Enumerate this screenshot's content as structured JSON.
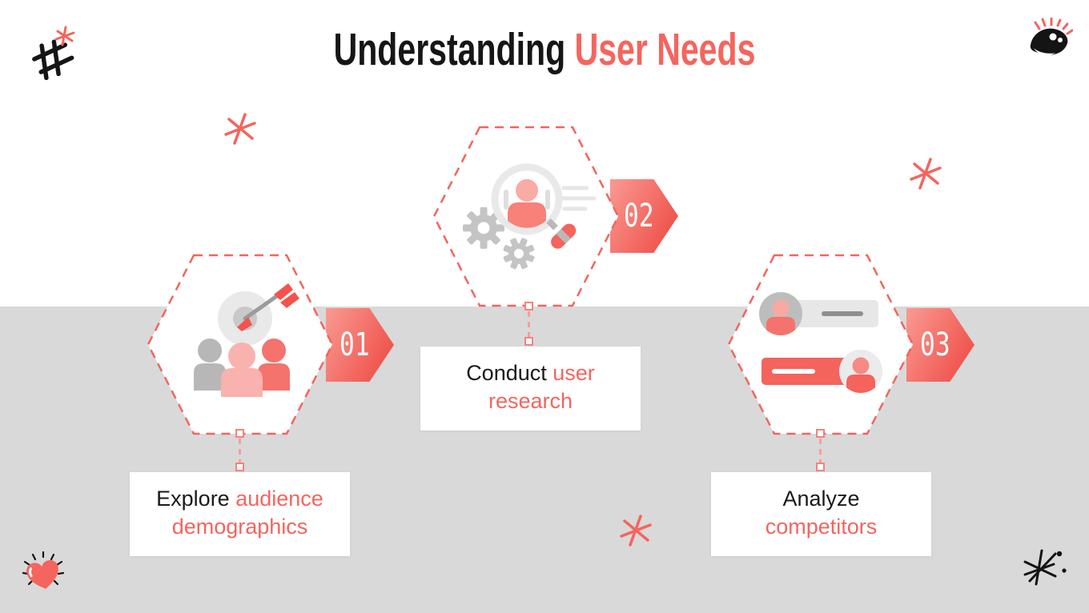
{
  "title": {
    "prefix": "Understanding ",
    "accent": "User Needs"
  },
  "steps": [
    {
      "number": "01",
      "icon": "target-audience-icon",
      "label": {
        "line1": [
          {
            "text": "Explore ",
            "color": "ink"
          },
          {
            "text": "audience",
            "color": "accent"
          }
        ],
        "line2": [
          {
            "text": "demographics",
            "color": "accent"
          }
        ]
      }
    },
    {
      "number": "02",
      "icon": "user-research-icon",
      "label": {
        "line1": [
          {
            "text": "Conduct ",
            "color": "ink"
          },
          {
            "text": "user",
            "color": "accent"
          }
        ],
        "line2": [
          {
            "text": "research",
            "color": "accent"
          }
        ]
      }
    },
    {
      "number": "03",
      "icon": "competitors-icon",
      "label": {
        "line1": [
          {
            "text": "Analyze",
            "color": "ink"
          }
        ],
        "line2": [
          {
            "text": "competitors",
            "color": "accent"
          }
        ]
      }
    }
  ],
  "decorations": [
    "hash-doodle-icon",
    "mini-asterisk-icon",
    "eye-doodle-icon",
    "sparkle-asterisk-left-icon",
    "sparkle-asterisk-right-icon",
    "sparkle-asterisk-bottom-icon",
    "heart-doodle-icon",
    "starburst-doodle-icon"
  ],
  "colors": {
    "accent": "#f4655e",
    "ink": "#161616",
    "band_gray": "#d9d9d9",
    "banner_gradient_light": "#f9968e",
    "banner_gradient_dark": "#ee4a43",
    "hexagon_dash": "#f2655e",
    "connector": "#f79e98",
    "icon_gray": "#c4c4c4",
    "icon_light_gray": "#e9e9e9",
    "icon_pink": "#f9b0ab",
    "icon_coral": "#f4736c",
    "number_text": "#ffffff"
  }
}
